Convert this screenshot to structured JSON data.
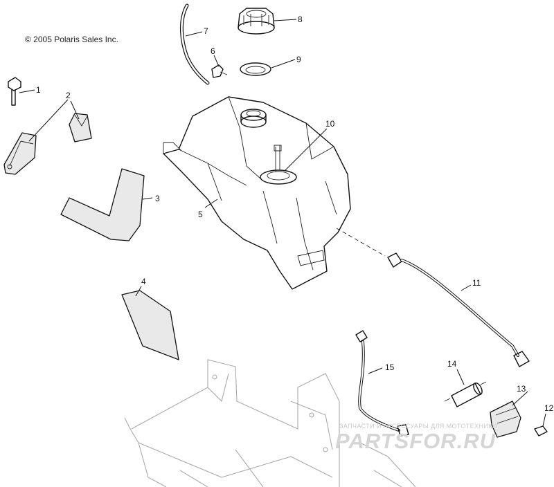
{
  "copyright": "© 2005 Polaris Sales Inc.",
  "watermark": {
    "small": "ЗАПЧАСТИ И АКСЕССУАРЫ ДЛЯ МОТОТЕХНИКИ",
    "big": "PARTSFOR.RU"
  },
  "callouts": [
    "1",
    "2",
    "3",
    "4",
    "5",
    "6",
    "7",
    "8",
    "9",
    "10",
    "11",
    "12",
    "13",
    "14",
    "15"
  ]
}
